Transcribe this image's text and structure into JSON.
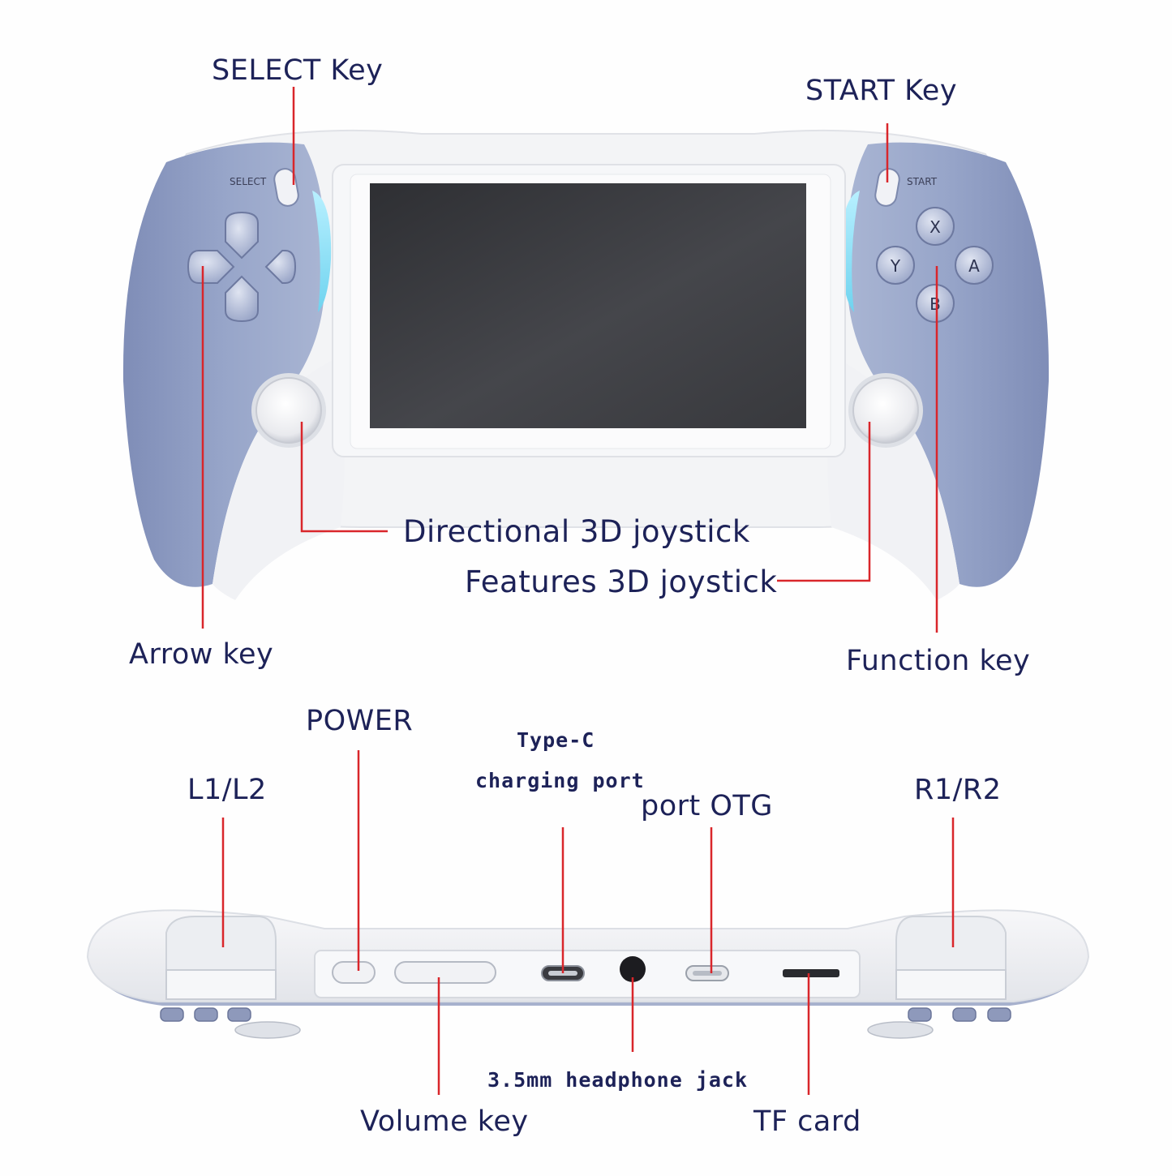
{
  "labels": {
    "select_key": "SELECT Key",
    "start_key": "START Key",
    "directional_joystick": "Directional 3D joystick",
    "features_joystick": "Features 3D joystick",
    "arrow_key": "Arrow key",
    "function_key": "Function key",
    "power": "POWER",
    "l1_l2": "L1/L2",
    "type_c_line1": "Type-C",
    "type_c_line2": "charging port",
    "port_otg": "port OTG",
    "r1_r2": "R1/R2",
    "headphone_jack": "3.5mm headphone jack",
    "volume_key": "Volume key",
    "tf_card": "TF card"
  },
  "device_markings": {
    "select": "SELECT",
    "start": "START",
    "btn_x": "X",
    "btn_y": "Y",
    "btn_a": "A",
    "btn_b": "B"
  },
  "colors": {
    "label_text": "#1d2258",
    "leader_line": "#d9262b",
    "grip_blue": "#8e9cc2",
    "body_white": "#f3f4f6",
    "screen": "#3a3b3f",
    "accent_cyan": "#8fe0f5"
  }
}
